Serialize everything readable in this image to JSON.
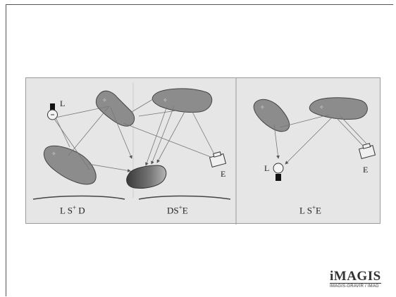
{
  "figure": {
    "left_panel": {
      "light_label": "L",
      "eye_label": "E",
      "path_left_label": "L S",
      "path_left_sup": "+",
      "path_left_end": " D",
      "path_right_label": "DS",
      "path_right_sup": "+",
      "path_right_end": "E"
    },
    "right_panel": {
      "light_label": "L",
      "eye_label": "E",
      "path_label": "L S",
      "path_sup": "+",
      "path_end": "E"
    }
  },
  "logo": {
    "main": "iMAGIS",
    "sub": "IMAGIS-GRAVIR / IMAG"
  },
  "colors": {
    "panel_bg": "#e6e6e6",
    "blob_fill": "#8c8c8c",
    "ray": "#666666"
  }
}
